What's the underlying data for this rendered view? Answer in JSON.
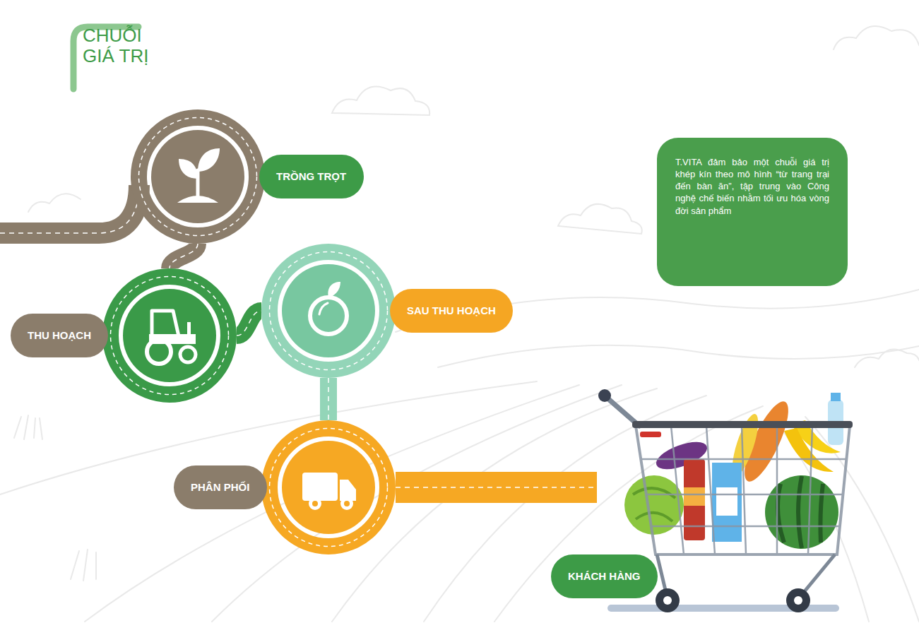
{
  "diagram": {
    "title": "CHUỖI GIÁ TRỊ",
    "nodes": [
      {
        "text": [
          "TRỒNG TRỌT"
        ]
      },
      {
        "text": [
          "THU HOẠCH"
        ]
      },
      {
        "text": [
          "SAU THU HOẠCH"
        ]
      },
      {
        "text": [
          "PHÂN PHỐI"
        ]
      },
      {
        "text": [
          "KHÁCH HÀNG"
        ]
      },
      {
        "text": [
          "T.VITA đảm bảo một chuỗi giá trị khép kín theo mô hình “từ trang trại đến bàn ăn”, tập trung vào Công nghệ chế biến nhằm tối ưu hóa vòng đời sản phẩm"
        ]
      }
    ],
    "edges": [
      {
        "from": 0,
        "to": 1,
        "arrow": "none"
      },
      {
        "from": 1,
        "to": 2,
        "arrow": "none"
      },
      {
        "from": 2,
        "to": 3,
        "arrow": "none"
      },
      {
        "from": 3,
        "to": 4,
        "arrow": "none"
      }
    ]
  }
}
